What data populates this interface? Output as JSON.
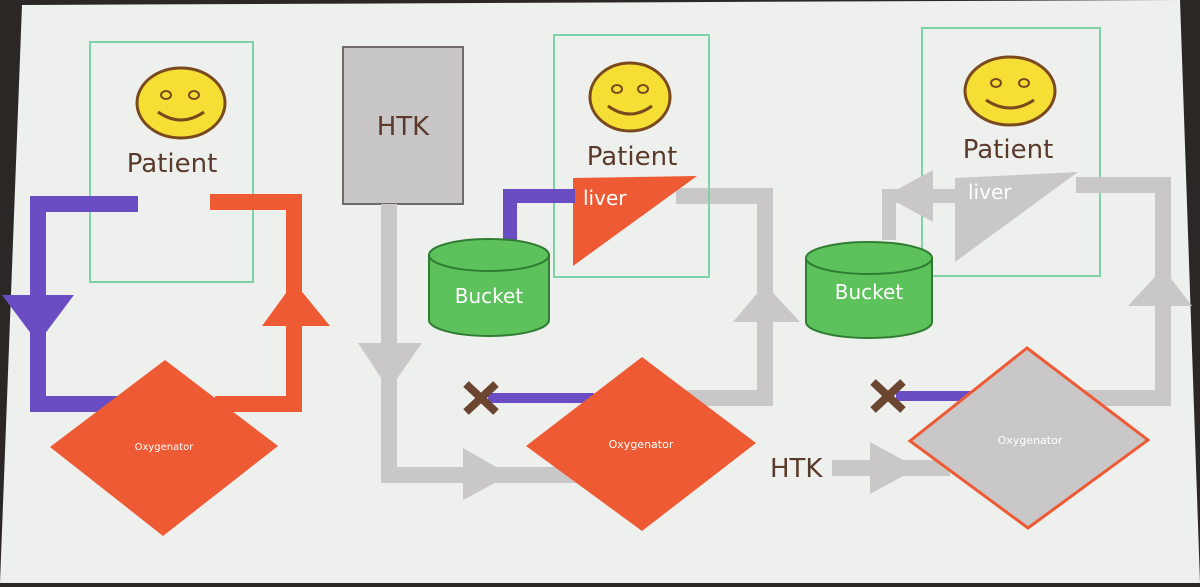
{
  "colors": {
    "screen": "#eef0ee",
    "purple": "#6a4dc3",
    "orange": "#ee5a34",
    "gray": "#c9c7c8",
    "green": "#5ec25c",
    "green_dark": "#2f7d32",
    "face": "#f5df34",
    "face_stroke": "#7a4a1e",
    "box_border": "#7fd1a8",
    "htk_box": "#c8c6c7",
    "cross": "#6b4530",
    "text_dark": "#5a3a2a",
    "text_light": "#ffffff"
  },
  "panel1": {
    "patient_label": "Patient",
    "oxygenator_label": "Oxygenator"
  },
  "panel2": {
    "htk_box_label": "HTK",
    "patient_label": "Patient",
    "liver_label": "liver",
    "bucket_label": "Bucket",
    "oxygenator_label": "Oxygenator"
  },
  "panel3": {
    "patient_label": "Patient",
    "liver_label": "liver",
    "bucket_label": "Bucket",
    "oxygenator_label": "Oxygenator",
    "htk_inflow_label": "HTK"
  }
}
